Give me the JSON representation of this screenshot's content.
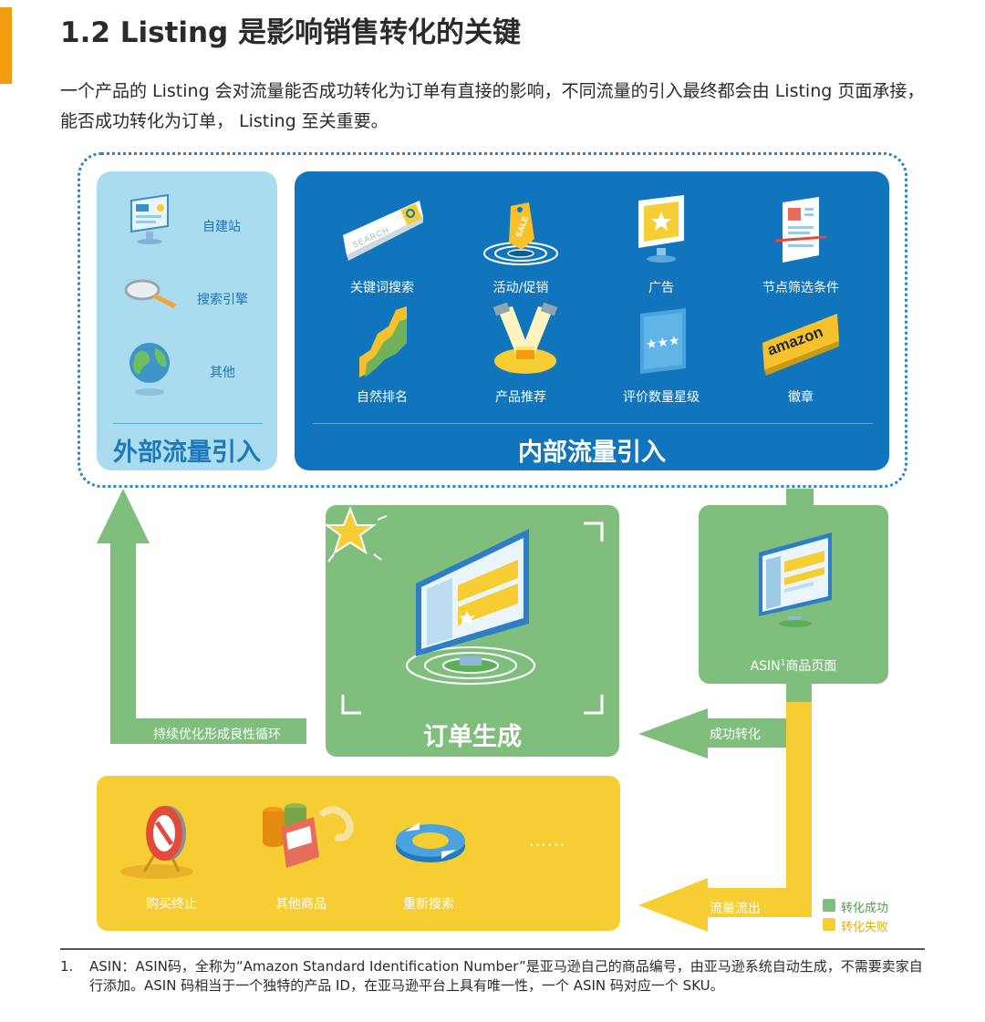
{
  "header": {
    "title": "1.2 Listing 是影响销售转化的关键",
    "intro": "一个产品的 Listing 会对流量能否成功转化为订单有直接的影响，不同流量的引入最终都会由 Listing 页面承接，能否成功转化为订单， Listing 至关重要。"
  },
  "external": {
    "title": "外部流量引入",
    "items": [
      {
        "label": "自建站",
        "icon": "website-monitor-icon"
      },
      {
        "label": "搜索引擎",
        "icon": "magnifier-icon"
      },
      {
        "label": "其他",
        "icon": "globe-icon"
      }
    ]
  },
  "internal": {
    "title": "内部流量引入",
    "items": [
      {
        "label": "关键词搜索",
        "icon": "search-bar-icon",
        "icon_text": "SEARCH"
      },
      {
        "label": "活动/促销",
        "icon": "sale-tag-icon",
        "icon_text": "SALE"
      },
      {
        "label": "广告",
        "icon": "ad-monitor-icon"
      },
      {
        "label": "节点筛选条件",
        "icon": "filter-scan-icon"
      },
      {
        "label": "自然排名",
        "icon": "ranking-chart-icon"
      },
      {
        "label": "产品推荐",
        "icon": "spotlight-icon"
      },
      {
        "label": "评价数量星级",
        "icon": "star-rating-icon",
        "icon_text": "★★★"
      },
      {
        "label": "徽章",
        "icon": "amazon-badge-icon",
        "icon_text": "amazon"
      }
    ]
  },
  "order": {
    "title": "订单生成"
  },
  "asin_page": {
    "label": "ASIN",
    "sup": "1",
    "label_suffix": "商品页面"
  },
  "arrows": {
    "loop": "持续优化形成良性循环",
    "success": "成功转化",
    "outflow": "流量流出"
  },
  "failure": {
    "items": [
      {
        "label": "购买终止",
        "icon": "stop-sign-icon"
      },
      {
        "label": "其他商品",
        "icon": "products-icon"
      },
      {
        "label": "重新搜索",
        "icon": "refresh-icon"
      }
    ],
    "more": "......"
  },
  "legend": [
    {
      "label": "转化成功",
      "color": "#7fbe7c"
    },
    {
      "label": "转化失败",
      "color": "#f6cd32"
    }
  ],
  "footnote": {
    "number": "1.",
    "text": "ASIN：ASIN码，全称为“Amazon Standard Identification Number”是亚马逊自己的商品编号，由亚马逊系统自动生成，不需要卖家自行添加。ASIN 码相当于一个独特的产品 ID，在亚马逊平台上具有唯一性，一个 ASIN 码对应一个 SKU。"
  },
  "colors": {
    "accent": "#f39c12",
    "internal_blue": "#1075bc",
    "external_blue": "#a9dcef",
    "success_green": "#7fbe7c",
    "failure_yellow": "#f6cd32"
  }
}
